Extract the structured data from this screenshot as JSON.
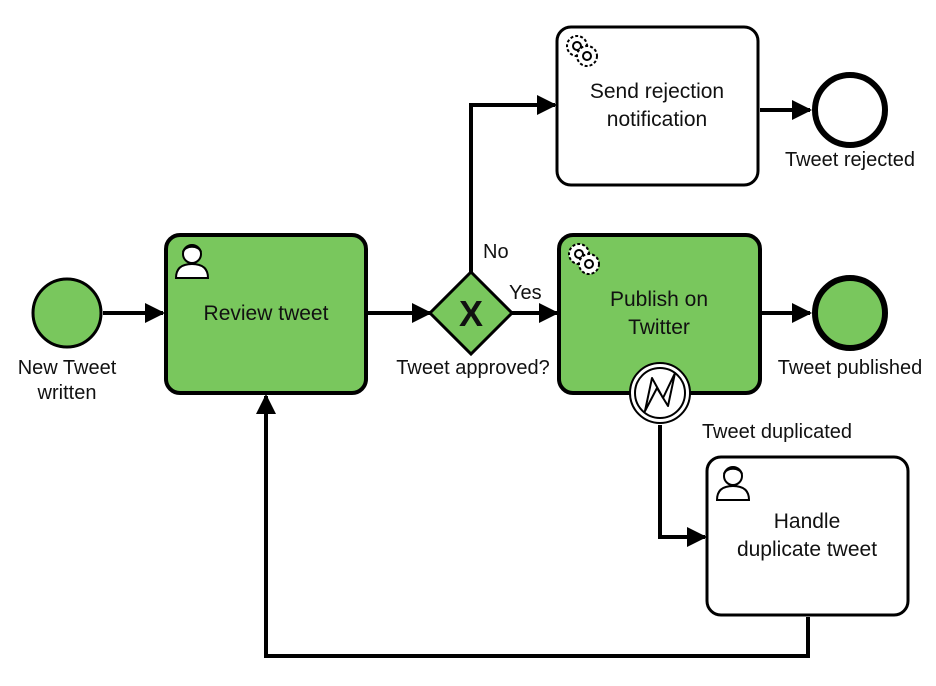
{
  "colors": {
    "active_fill": "#79c75d",
    "inactive_fill": "#ffffff",
    "stroke": "#000000"
  },
  "events": {
    "start": {
      "label_line1": "New Tweet",
      "label_line2": "written",
      "type": "start-event"
    },
    "rejected": {
      "label": "Tweet rejected",
      "type": "end-event"
    },
    "published": {
      "label": "Tweet published",
      "type": "end-event"
    },
    "duplicated": {
      "label": "Tweet duplicated",
      "type": "error-boundary-event"
    }
  },
  "tasks": {
    "review": {
      "label": "Review tweet",
      "icon": "user-icon"
    },
    "send_rejection": {
      "label_line1": "Send rejection",
      "label_line2": "notification",
      "icon": "gear-icon"
    },
    "publish": {
      "label_line1": "Publish on",
      "label_line2": "Twitter",
      "icon": "gear-icon"
    },
    "handle_duplicate": {
      "label_line1": "Handle",
      "label_line2": "duplicate tweet",
      "icon": "user-icon"
    }
  },
  "gateway": {
    "label": "Tweet approved?",
    "marker": "X",
    "type": "exclusive-gateway"
  },
  "flows": {
    "no_label": "No",
    "yes_label": "Yes"
  }
}
